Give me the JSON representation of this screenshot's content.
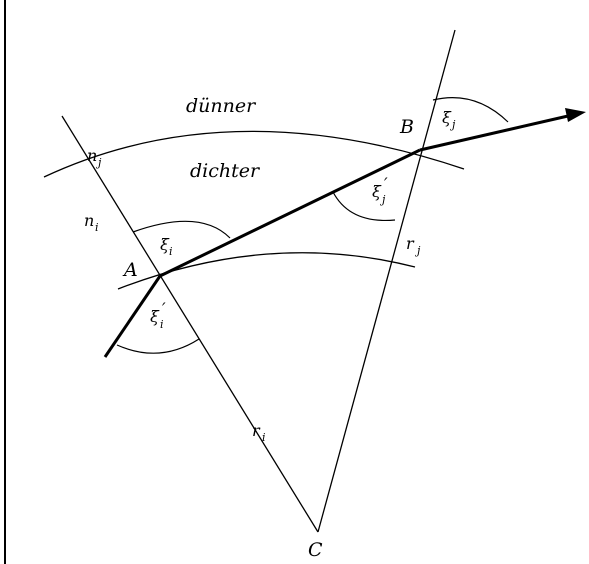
{
  "diagram": {
    "labels": {
      "upper_medium": "dünner",
      "lower_medium": "dichter",
      "point_A": "A",
      "point_B": "B",
      "center_C": "C",
      "n_i": "n",
      "n_i_sub": "i",
      "n_j": "n",
      "n_j_sub": "j",
      "r_i": "r",
      "r_i_sub": "i",
      "r_j": "r",
      "r_j_sub": "j",
      "xi_i": "ξ",
      "xi_i_sub": "i",
      "xi_i_prime": "ξ",
      "xi_i_prime_sub": "i",
      "xi_i_prime_mark": "′",
      "xi_j": "ξ",
      "xi_j_sub": "j",
      "xi_j_prime": "ξ",
      "xi_j_prime_sub": "j",
      "xi_j_prime_mark": "′"
    },
    "colors": {
      "stroke": "#000000",
      "background": "#ffffff"
    }
  }
}
